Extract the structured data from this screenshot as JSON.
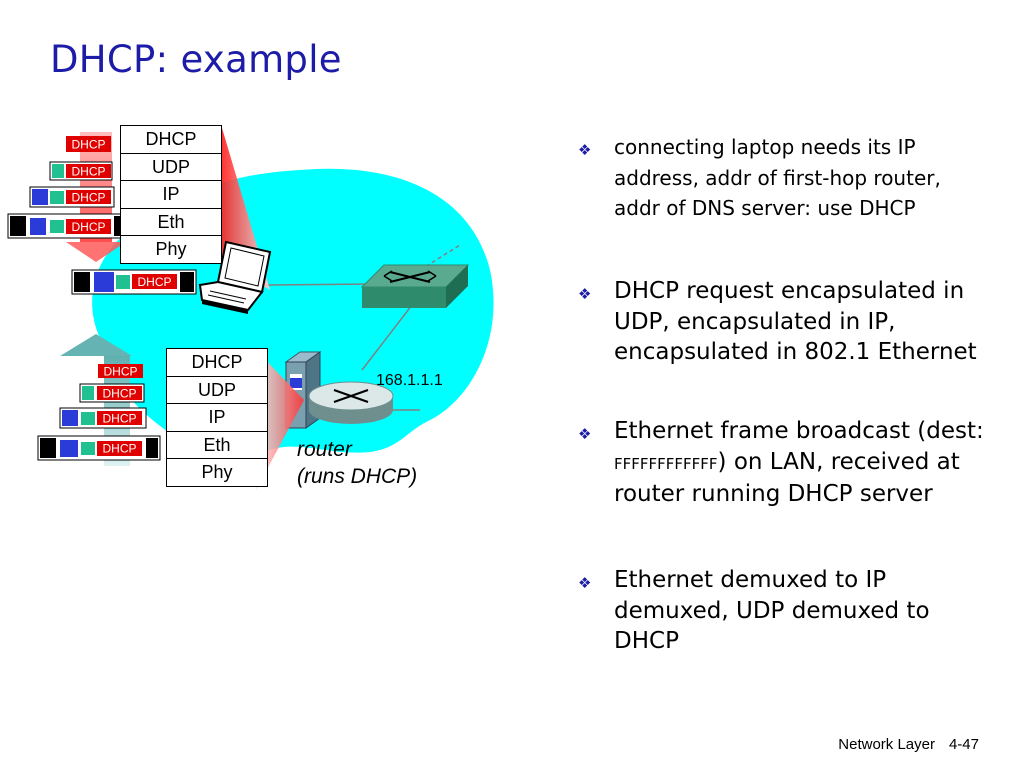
{
  "slide": {
    "title": "DHCP: example"
  },
  "diagram": {
    "protocol_stack_top": [
      "DHCP",
      "UDP",
      "IP",
      "Eth",
      "Phy"
    ],
    "protocol_stack_bottom": [
      "DHCP",
      "UDP",
      "IP",
      "Eth",
      "Phy"
    ],
    "packet_label": "DHCP",
    "router_ip": "168.1.1.1",
    "router_label_line1": "router",
    "router_label_line2": "(runs DHCP)"
  },
  "bullets": {
    "b1": "connecting laptop needs its IP address, addr of first-hop router, addr of DNS server: use DHCP",
    "b2": "DHCP request encapsulated in UDP, encapsulated in IP, encapsulated in 802.1 Ethernet",
    "b3_pre": "Ethernet frame broadcast (dest: ",
    "b3_addr": "FFFFFFFFFFFF",
    "b3_post": ") on LAN, received at router running DHCP server",
    "b4": "Ethernet demuxed to IP demuxed, UDP demuxed to DHCP"
  },
  "footer": {
    "section": "Network Layer",
    "page": "4-47"
  },
  "colors": {
    "title": "#1c1ca8",
    "lan_cloud": "#00ffff",
    "dhcp_tag": "#e00000",
    "udp_tag": "#20c090",
    "ip_tag": "#2b3bd8",
    "eth_tag": "#000000",
    "down_arrow": "#ff4040",
    "up_arrow": "#66b3b3",
    "switch": "#2e8b6b"
  }
}
